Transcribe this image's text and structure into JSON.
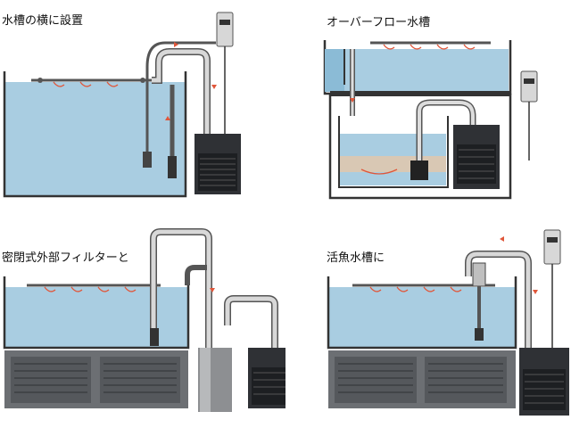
{
  "panels": [
    {
      "id": "side",
      "title": "水槽の横に設置"
    },
    {
      "id": "overflow",
      "title": "オーバーフロー水槽"
    },
    {
      "id": "canister",
      "title": "密閉式外部フィルターと"
    },
    {
      "id": "live",
      "title": "活魚水槽に"
    }
  ],
  "colors": {
    "water": "#a9cde1",
    "water_dark": "#7fb2cf",
    "pipe": "#c8c8c8",
    "pipe_dark": "#555555",
    "chiller": "#2f3135",
    "arrow": "#e0563a",
    "cabinet": "#6c6f73"
  },
  "icons": [
    "cooler-unit-icon",
    "controller-icon",
    "pump-icon",
    "filter-canister-icon",
    "flow-arrow-icon"
  ]
}
